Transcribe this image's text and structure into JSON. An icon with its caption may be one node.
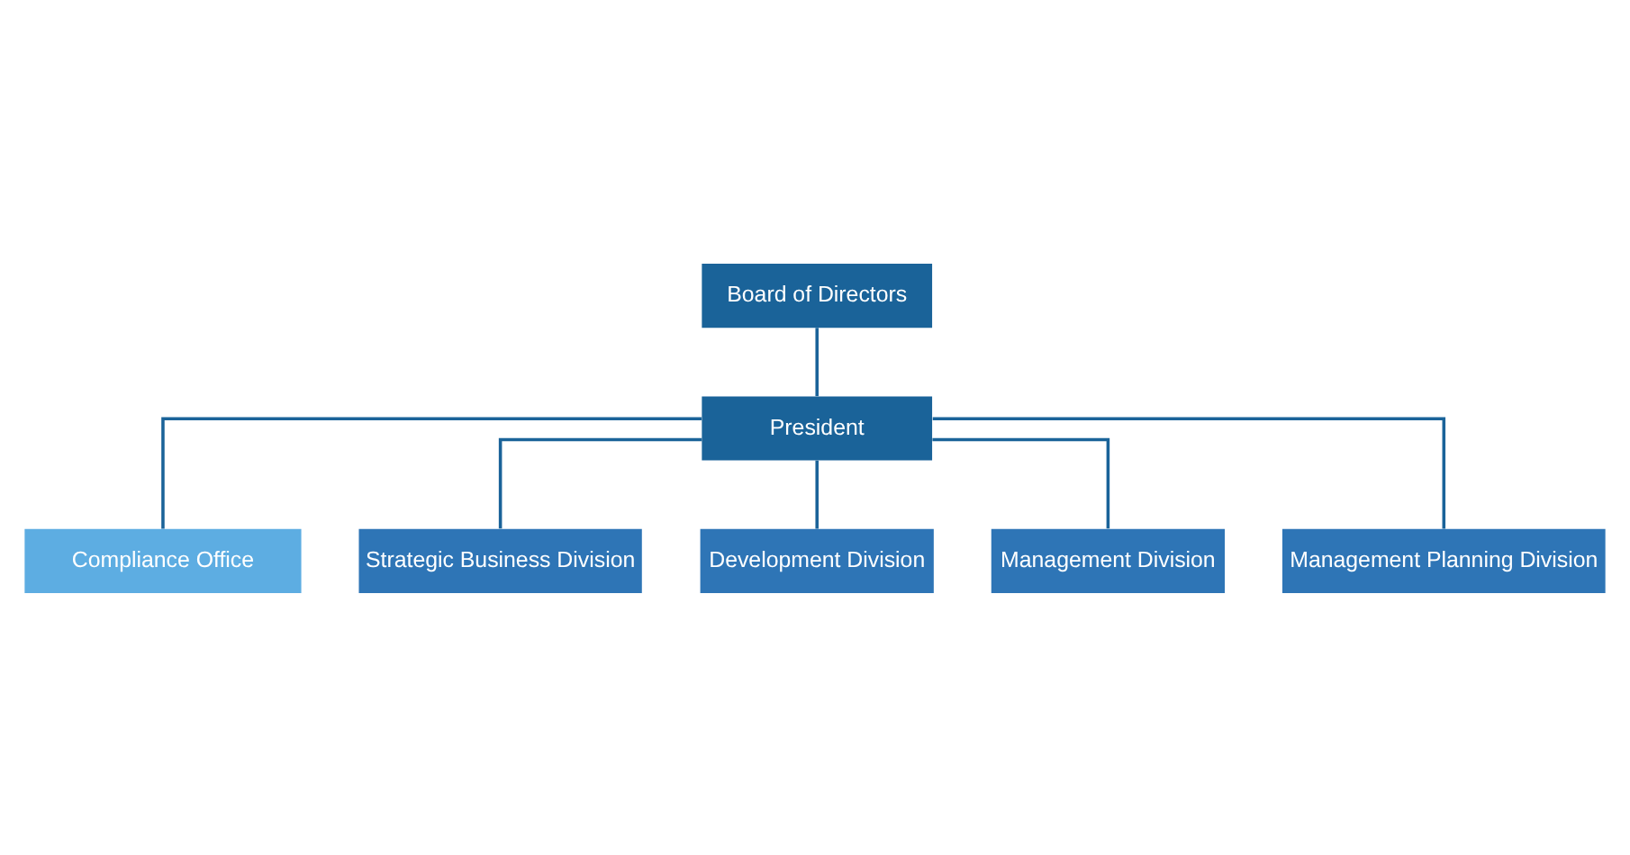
{
  "diagram": {
    "nodes": [
      {
        "text": [
          "Board of Directors"
        ]
      },
      {
        "text": [
          "President"
        ]
      },
      {
        "text": [
          "Compliance Office"
        ]
      },
      {
        "text": [
          "Strategic Business Division"
        ]
      },
      {
        "text": [
          "Development Division"
        ]
      },
      {
        "text": [
          "Management Division"
        ]
      },
      {
        "text": [
          "Management Planning Division"
        ]
      }
    ],
    "edges": [
      {
        "from": 0,
        "to": 1,
        "arrow": "none"
      },
      {
        "from": 1,
        "to": 2,
        "arrow": "none"
      },
      {
        "from": 1,
        "to": 3,
        "arrow": "none"
      },
      {
        "from": 1,
        "to": 4,
        "arrow": "none"
      },
      {
        "from": 1,
        "to": 5,
        "arrow": "none"
      },
      {
        "from": 1,
        "to": 6,
        "arrow": "none"
      }
    ]
  }
}
